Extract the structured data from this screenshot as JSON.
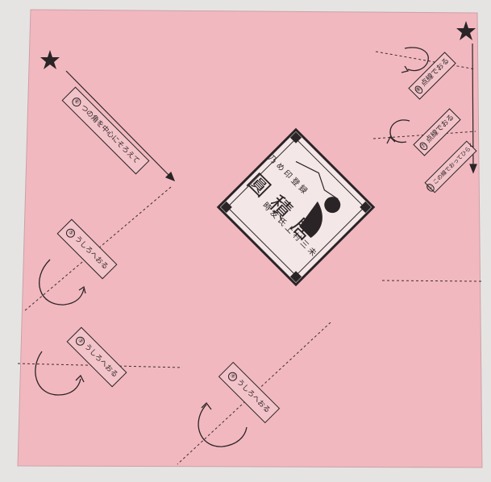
{
  "photo": {
    "subject": "pink folding paper with printed fold instructions",
    "colors": {
      "background": "#e6e4e3",
      "paper": "#f2b8bf",
      "ink": "#2b2426"
    }
  },
  "stamp": {
    "top_text": "乃 め 印 登 録",
    "main_text": "圓 積 居",
    "bottom_text": "時 友 氏 上 村 三 未"
  },
  "steps": [
    {
      "num": "⑥",
      "text": "つの角を中心にそろえて"
    },
    {
      "num": "⑤",
      "text": "うしろへおる"
    },
    {
      "num": "③",
      "text": "うしろへおる"
    },
    {
      "num": "④",
      "text": "うしろへおる"
    },
    {
      "num": "⑧",
      "text": "点線でおる"
    },
    {
      "num": "⑦",
      "text": "点線でおる"
    },
    {
      "num": "①",
      "text": "この線でおってひらく"
    }
  ],
  "icons": [
    "star-icon",
    "curved-arrow-icon",
    "straight-arrow-icon"
  ]
}
